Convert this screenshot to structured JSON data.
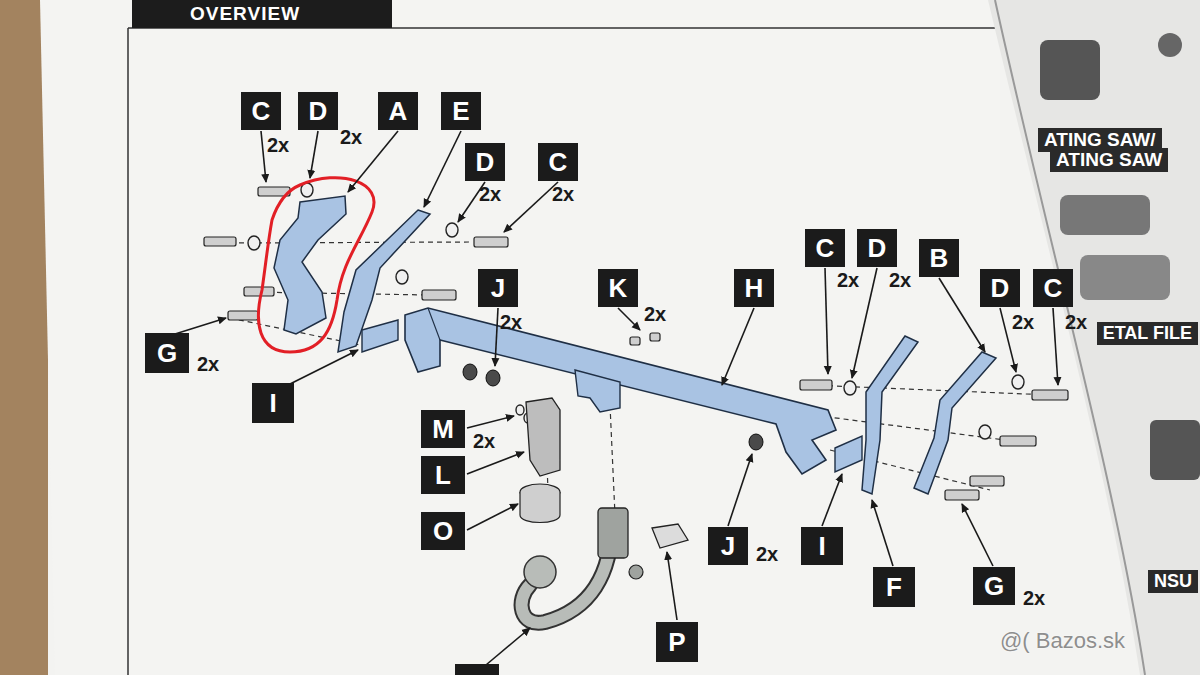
{
  "diagram": {
    "title": "OVERVIEW",
    "nodes": [
      {
        "text": [
          "C",
          "2x"
        ]
      },
      {
        "text": [
          "D",
          "2x"
        ]
      },
      {
        "text": [
          "A"
        ]
      },
      {
        "text": [
          "E"
        ]
      },
      {
        "text": [
          "D",
          "2x"
        ]
      },
      {
        "text": [
          "C",
          "2x"
        ]
      },
      {
        "text": [
          "J",
          "2x"
        ]
      },
      {
        "text": [
          "K",
          "2x"
        ]
      },
      {
        "text": [
          "H"
        ]
      },
      {
        "text": [
          "C",
          "2x"
        ]
      },
      {
        "text": [
          "D",
          "2x"
        ]
      },
      {
        "text": [
          "B"
        ]
      },
      {
        "text": [
          "D",
          "2x"
        ]
      },
      {
        "text": [
          "C",
          "2x"
        ]
      },
      {
        "text": [
          "G",
          "2x"
        ]
      },
      {
        "text": [
          "I"
        ]
      },
      {
        "text": [
          "M",
          "2x"
        ]
      },
      {
        "text": [
          "L"
        ]
      },
      {
        "text": [
          "O"
        ]
      },
      {
        "text": [
          "J",
          "2x"
        ]
      },
      {
        "text": [
          "I"
        ]
      },
      {
        "text": [
          "F"
        ]
      },
      {
        "text": [
          "G",
          "2x"
        ]
      },
      {
        "text": [
          "P"
        ]
      }
    ],
    "labels": [
      "ATING SAW/",
      "ATING SAW",
      "ETAL FILE",
      "NSU",
      "@( Bazos.sk"
    ]
  }
}
